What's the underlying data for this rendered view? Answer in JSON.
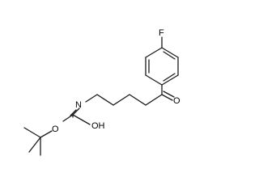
{
  "molecule": {
    "atoms": {
      "fluorine": "F",
      "ketone_oxygen": "O",
      "nitrogen": "N",
      "ether_oxygen": "O",
      "hydroxyl": "OH"
    }
  }
}
